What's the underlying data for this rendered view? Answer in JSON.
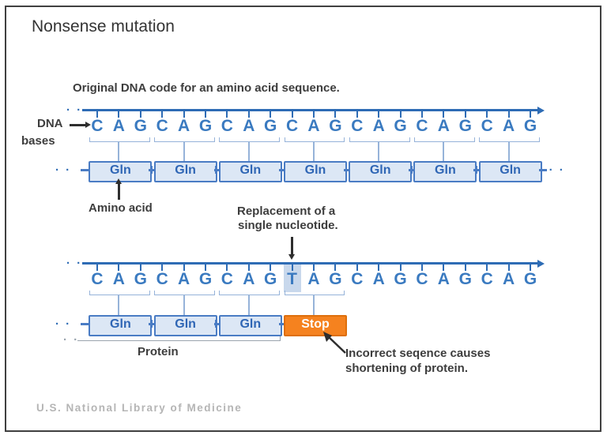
{
  "title": "Nonsense mutation",
  "continuation_dots": "· ·",
  "original": {
    "caption": "Original DNA code for an amino acid sequence.",
    "dna_bases_label_line1": "DNA",
    "dna_bases_label_line2": "bases",
    "sequence": "CAGCAGCAGCAGCAGCAGCAG",
    "amino_acids": [
      "Gln",
      "Gln",
      "Gln",
      "Gln",
      "Gln",
      "Gln",
      "Gln"
    ],
    "amino_acid_label": "Amino acid"
  },
  "mutation": {
    "annotation_line1": "Replacement of a",
    "annotation_line2": "single nucleotide.",
    "sequence": "CAGCAGCAGTAGCAGCAGCAG",
    "mutated_index": 9,
    "amino_acids": [
      "Gln",
      "Gln",
      "Gln",
      "Stop"
    ],
    "protein_label": "Protein",
    "note_line1": "Incorrect seqence causes",
    "note_line2": "shortening of protein."
  },
  "footer": "U.S. National Library of Medicine",
  "colors": {
    "strand_blue": "#2e6cb5",
    "base_blue": "#3a7ac0",
    "box_fill": "#dce7f5",
    "box_border": "#4a7cc4",
    "box_text": "#2f66b5",
    "stop_fill": "#f5821f",
    "stop_border": "#de6f0c",
    "highlight": "#c8d8ec",
    "bracket_blue": "#96b3d9",
    "text_dark": "#3d3d3d",
    "footer_gray": "#b5b5b5"
  }
}
